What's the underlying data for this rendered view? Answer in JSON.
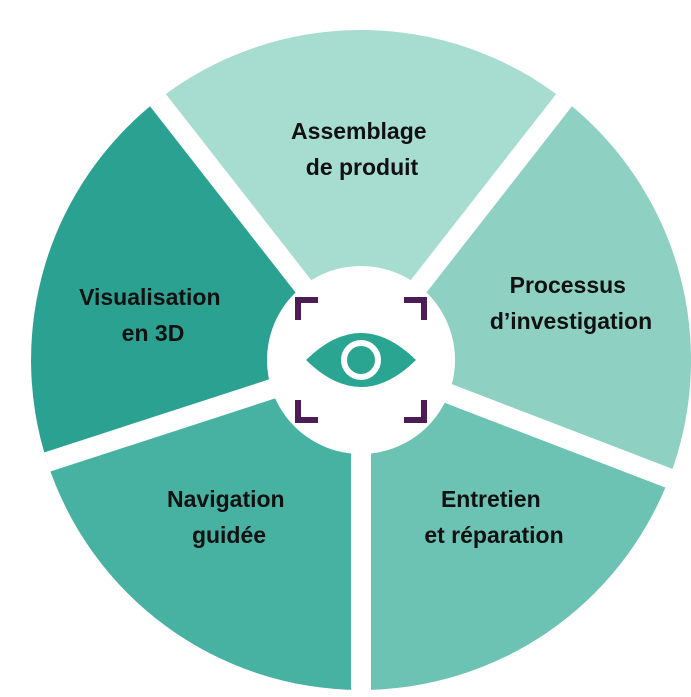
{
  "diagram": {
    "center_icon": "eye-in-focus-frame-icon",
    "colors": {
      "eye": "#2aa592",
      "frame": "#4b1c55",
      "gap": "#ffffff",
      "hub": "#ffffff"
    },
    "segments": [
      {
        "id": "assemblage",
        "lines": [
          "Assemblage",
          "de produit"
        ],
        "color": "#a7dcd1"
      },
      {
        "id": "processus",
        "lines": [
          "Processus",
          "d’investigation"
        ],
        "color": "#8ed1c3"
      },
      {
        "id": "entretien",
        "lines": [
          "Entretien",
          "et réparation"
        ],
        "color": "#6cc3b3"
      },
      {
        "id": "navigation",
        "lines": [
          "Navigation",
          "guidée"
        ],
        "color": "#48b2a2"
      },
      {
        "id": "visualisation",
        "lines": [
          "Visualisation",
          "en 3D"
        ],
        "color": "#2ba291"
      }
    ]
  }
}
